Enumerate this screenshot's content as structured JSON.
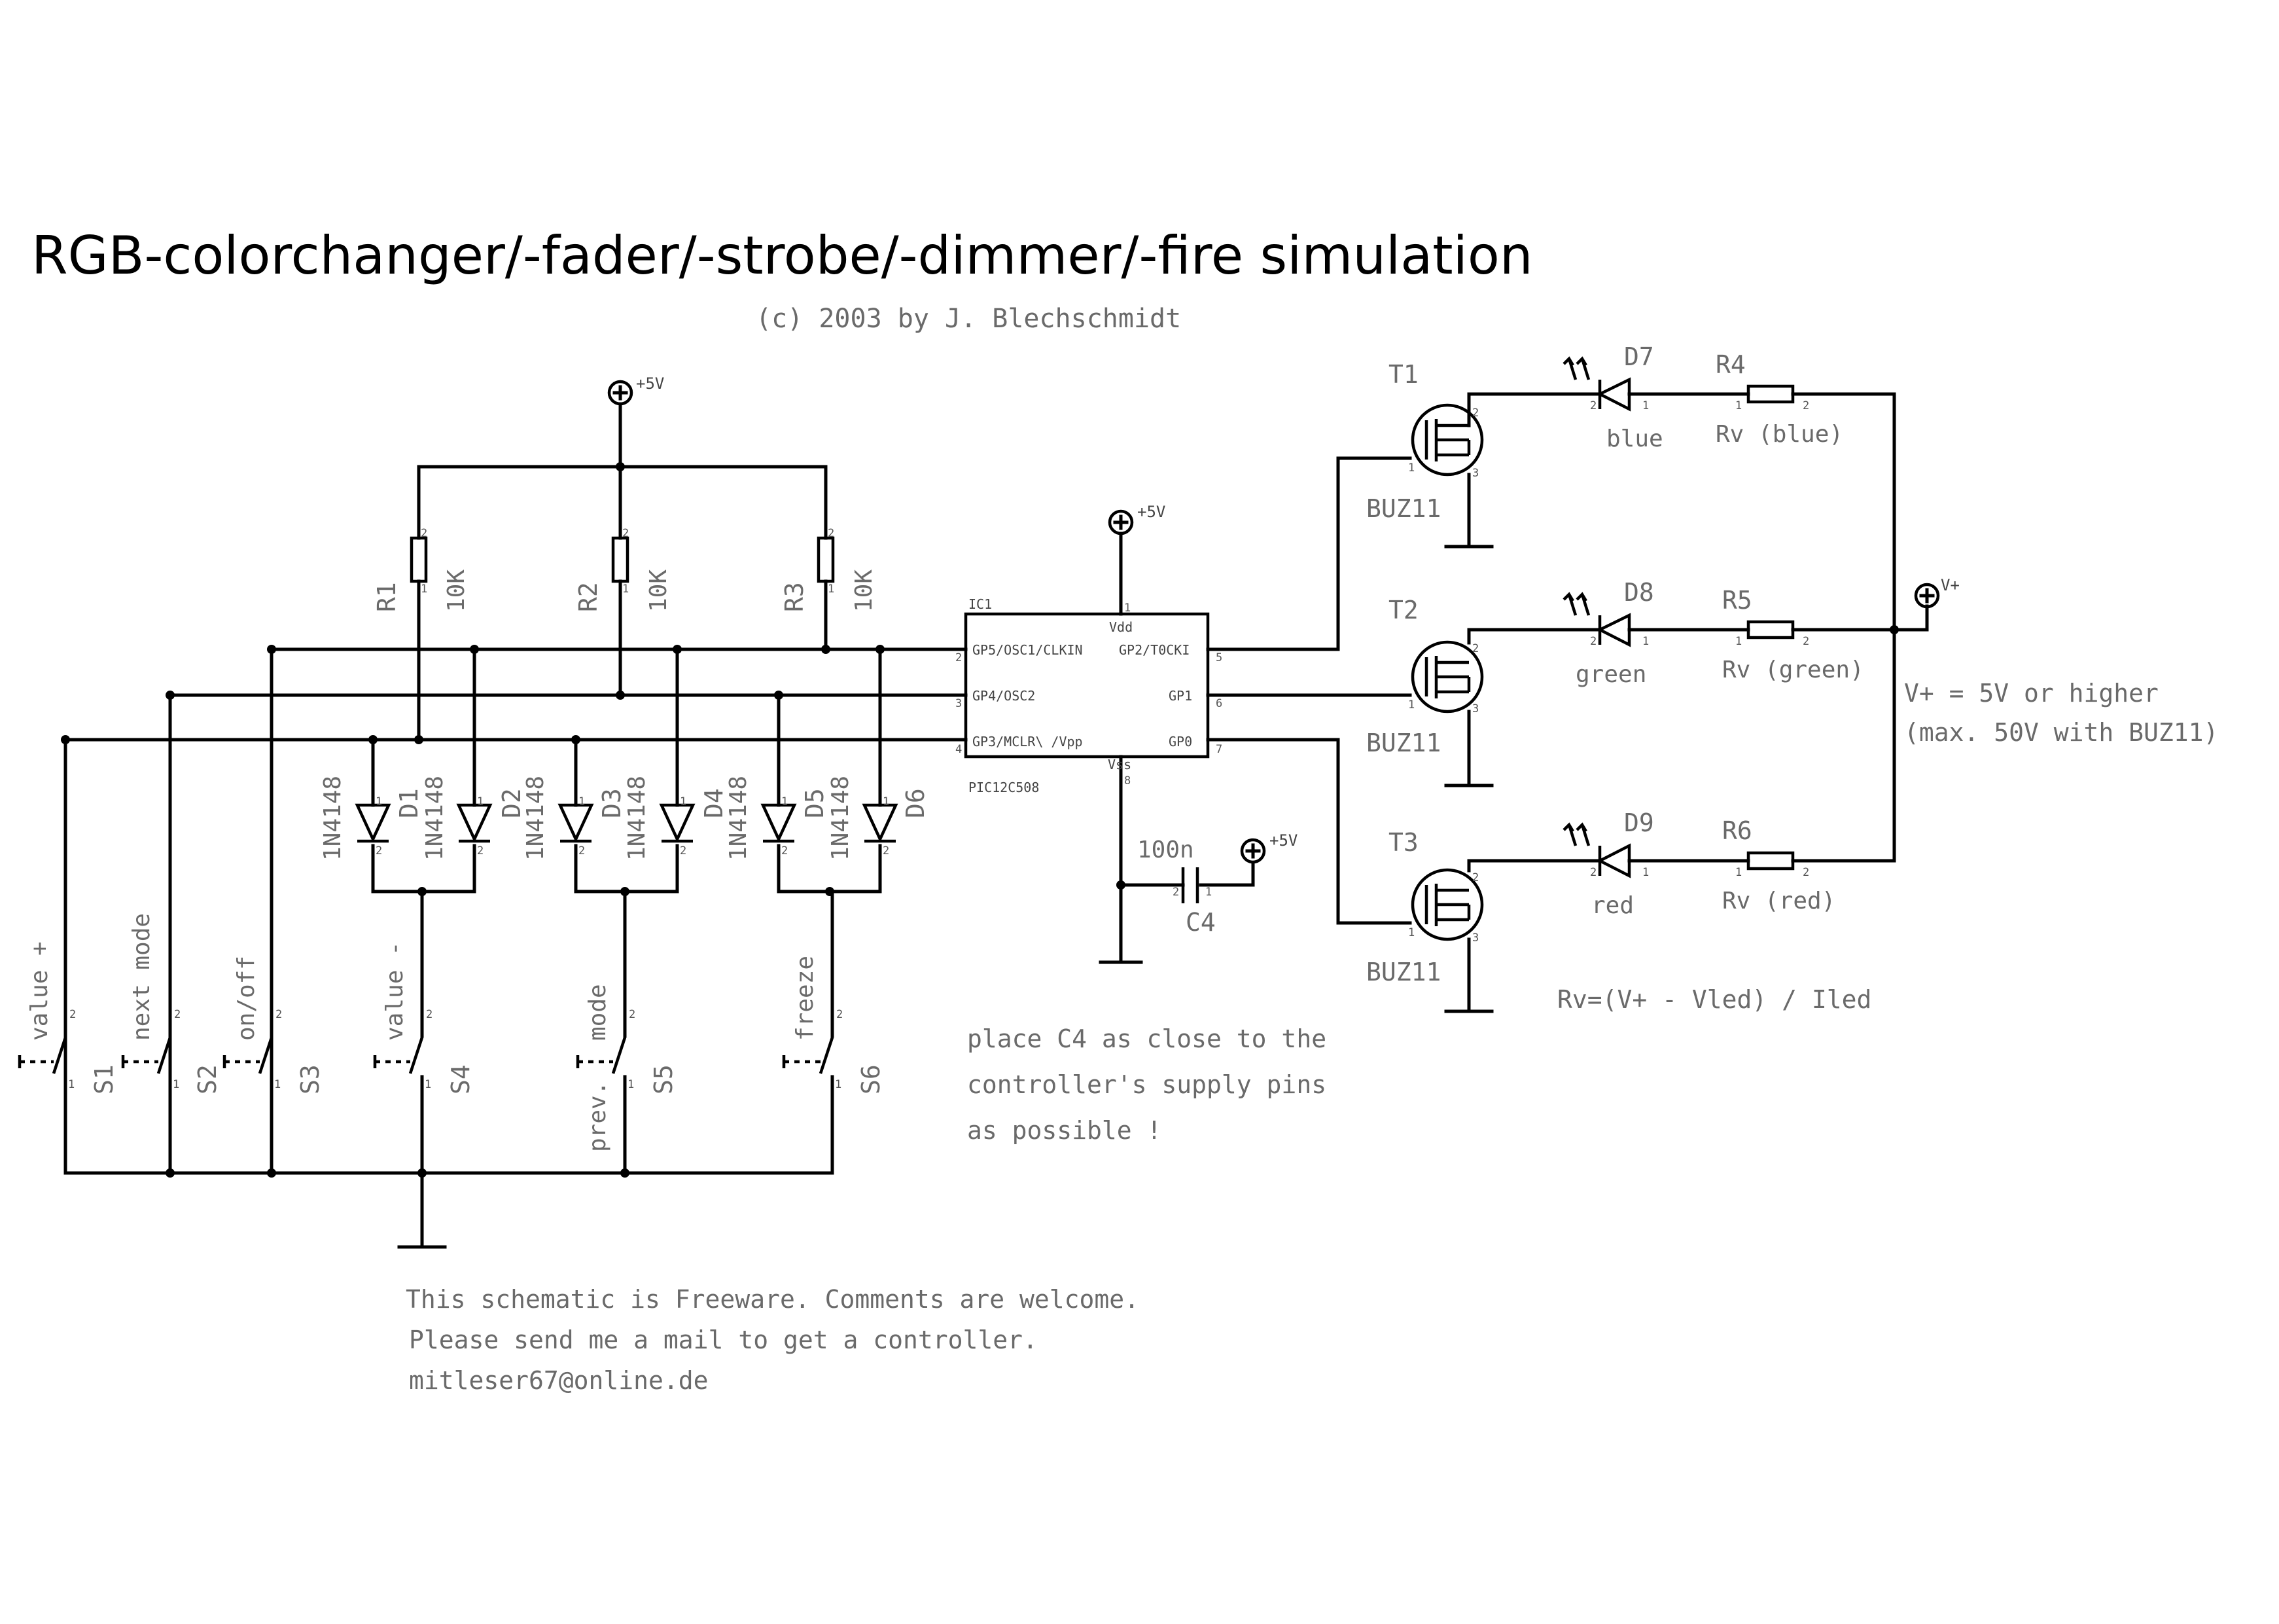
{
  "title": "RGB-colorchanger/-fader/-strobe/-dimmer/-fire simulation",
  "subtitle": "(c) 2003 by J. Blechschmidt",
  "supply": {
    "p5v": "+5V",
    "vplus": "V+"
  },
  "ic": {
    "ref": "IC1",
    "part": "PIC12C508",
    "vdd": "Vdd",
    "vss": "Vss",
    "pins": {
      "gp5": "GP5/OSC1/CLKIN",
      "gp4": "GP4/OSC2",
      "gp3": "GP3/MCLR\\ /Vpp",
      "gp2": "GP2/T0CKI",
      "gp1": "GP1",
      "gp0": "GP0",
      "n1": "1",
      "n2": "2",
      "n3": "3",
      "n4": "4",
      "n5": "5",
      "n6": "6",
      "n7": "7",
      "n8": "8"
    }
  },
  "resistors_pullup": [
    {
      "ref": "R1",
      "value": "10K"
    },
    {
      "ref": "R2",
      "value": "10K"
    },
    {
      "ref": "R3",
      "value": "10K"
    }
  ],
  "diodes": [
    {
      "ref": "D1",
      "value": "1N4148"
    },
    {
      "ref": "D2",
      "value": "1N4148"
    },
    {
      "ref": "D3",
      "value": "1N4148"
    },
    {
      "ref": "D4",
      "value": "1N4148"
    },
    {
      "ref": "D5",
      "value": "1N4148"
    },
    {
      "ref": "D6",
      "value": "1N4148"
    }
  ],
  "switches": [
    {
      "ref": "S1",
      "label": "value +"
    },
    {
      "ref": "S2",
      "label": "next mode"
    },
    {
      "ref": "S3",
      "label": "on/off"
    },
    {
      "ref": "S4",
      "label": "value -"
    },
    {
      "ref": "S5",
      "label": "mode",
      "label2": "prev."
    },
    {
      "ref": "S6",
      "label": "freeze"
    }
  ],
  "capacitor": {
    "ref": "C4",
    "value": "100n"
  },
  "transistors": [
    {
      "ref": "T1",
      "part": "BUZ11"
    },
    {
      "ref": "T2",
      "part": "BUZ11"
    },
    {
      "ref": "T3",
      "part": "BUZ11"
    }
  ],
  "leds": [
    {
      "ref": "D7",
      "color": "blue"
    },
    {
      "ref": "D8",
      "color": "green"
    },
    {
      "ref": "D9",
      "color": "red"
    }
  ],
  "led_resistors": [
    {
      "ref": "R4",
      "value": "Rv (blue)"
    },
    {
      "ref": "R5",
      "value": "Rv (green)"
    },
    {
      "ref": "R6",
      "value": "Rv (red)"
    }
  ],
  "vplus_note": {
    "line1": "V+ = 5V or higher",
    "line2": "(max. 50V with BUZ11)"
  },
  "formula": "Rv=(V+ - Vled) / Iled",
  "cap_note": [
    "place C4 as close to the",
    "controller's supply pins",
    "as possible !"
  ],
  "footer": [
    "This schematic is Freeware. Comments are welcome.",
    "Please send me a mail to get a controller.",
    "mitleser67@online.de"
  ]
}
